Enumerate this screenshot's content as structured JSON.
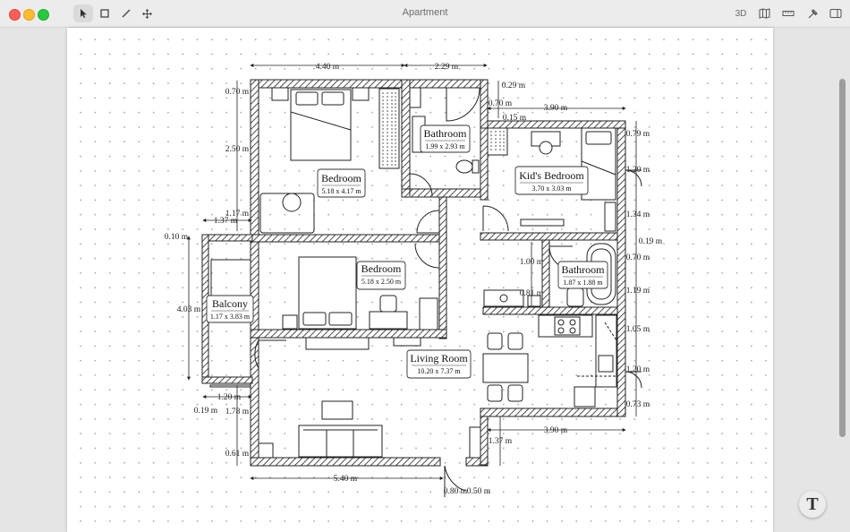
{
  "window": {
    "title": "Apartment"
  },
  "toolbar_right": {
    "view3d_label": "3D"
  },
  "rooms": [
    {
      "name": "Bedroom",
      "size": "5.18 x 4.17 m"
    },
    {
      "name": "Bathroom",
      "size": "1.99 x 2.93 m"
    },
    {
      "name": "Kid's Bedroom",
      "size": "3.70 x 3.03 m"
    },
    {
      "name": "Bedroom",
      "size": "5.18 x 2.50 m"
    },
    {
      "name": "Balcony",
      "size": "1.17 x 3.83 m"
    },
    {
      "name": "Bathroom",
      "size": "1.87 x 1.88 m"
    },
    {
      "name": "Living Room",
      "size": "10.20 x 7.37 m"
    }
  ],
  "dimensions": {
    "top_left": "4.40 m",
    "top_mid": "2.29 m",
    "top_right": "3.90 m",
    "d070a": "0.70 m",
    "d250": "2.50 m",
    "d117": "1.17 m",
    "d137a": "1.37 m",
    "d010": "0.10 m",
    "d403": "4.03 m",
    "d120a": "1.20 m",
    "d019a": "0.19 m",
    "d178": "1.78 m",
    "d061": "0.61 m",
    "bottom_left": "5.40 m",
    "d080": "0.80 m",
    "d050": "0.50 m",
    "d137b": "1.37 m",
    "bottom_right": "3.90 m",
    "d029": "0.29 m",
    "d070b": "0.70 m",
    "d015": "0.15 m",
    "d079": "0.79 m",
    "d120b": "1.20 m",
    "d134": "1.34 m",
    "d019b": "0.19 m",
    "d070c": "0.70 m",
    "d119": "1.19 m",
    "d105": "1.05 m",
    "d120c": "1.20 m",
    "d073": "0.73 m",
    "d100": "1.00 m",
    "d081": "0.81 m"
  },
  "fab": {
    "label": "T"
  }
}
